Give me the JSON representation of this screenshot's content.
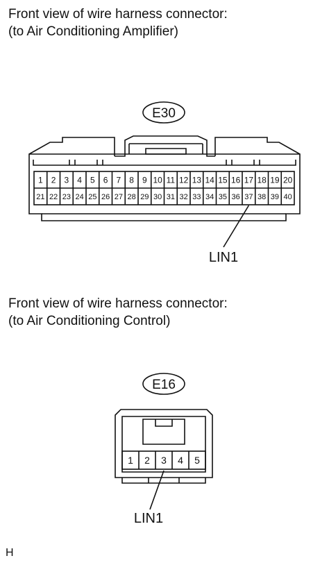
{
  "section1": {
    "heading_line1": "Front view of wire harness connector:",
    "heading_line2": "(to Air Conditioning Amplifier)",
    "connector": {
      "id": "E30",
      "pins_top": [
        "1",
        "2",
        "3",
        "4",
        "5",
        "6",
        "7",
        "8",
        "9",
        "10",
        "11",
        "12",
        "13",
        "14",
        "15",
        "16",
        "17",
        "18",
        "19",
        "20"
      ],
      "pins_bottom": [
        "21",
        "22",
        "23",
        "24",
        "25",
        "26",
        "27",
        "28",
        "29",
        "30",
        "31",
        "32",
        "33",
        "34",
        "35",
        "36",
        "37",
        "38",
        "39",
        "40"
      ],
      "callout_pin": "37",
      "callout_label": "LIN1"
    }
  },
  "section2": {
    "heading_line1": "Front view of wire harness connector:",
    "heading_line2": "(to Air Conditioning Control)",
    "connector": {
      "id": "E16",
      "pins": [
        "1",
        "2",
        "3",
        "4",
        "5"
      ],
      "callout_pin": "3",
      "callout_label": "LIN1"
    }
  },
  "footer_mark": "H"
}
